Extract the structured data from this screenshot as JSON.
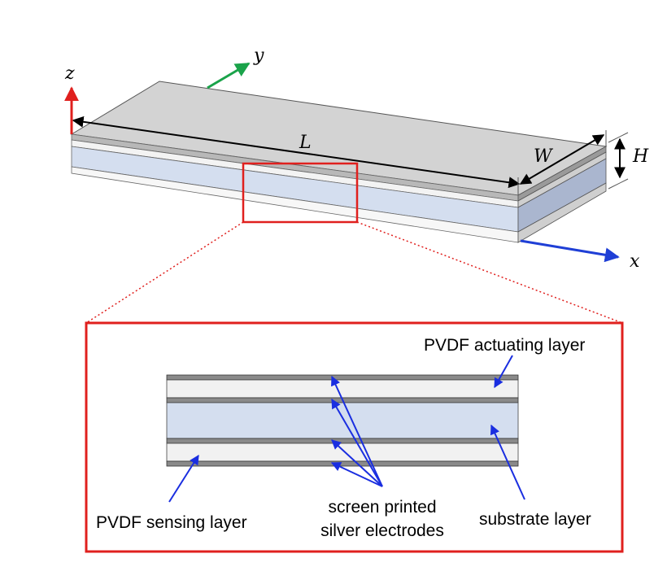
{
  "axes": {
    "x": "x",
    "y": "y",
    "z": "z"
  },
  "dimensions": {
    "length": "L",
    "width": "W",
    "height": "H"
  },
  "labels": {
    "actuating": "PVDF actuating layer",
    "sensing": "PVDF sensing layer",
    "electrodes_line1": "screen printed",
    "electrodes_line2": "silver electrodes",
    "substrate": "substrate layer"
  },
  "colors": {
    "x_axis": "#1f3fd6",
    "y_axis": "#1aa34a",
    "z_axis": "#e0201e",
    "callout": "#e0201e",
    "pointer": "#1a2ee0",
    "top_face": "#d3d3d3",
    "substrate": "#d4deef",
    "electrode": "#8a8a8a"
  }
}
